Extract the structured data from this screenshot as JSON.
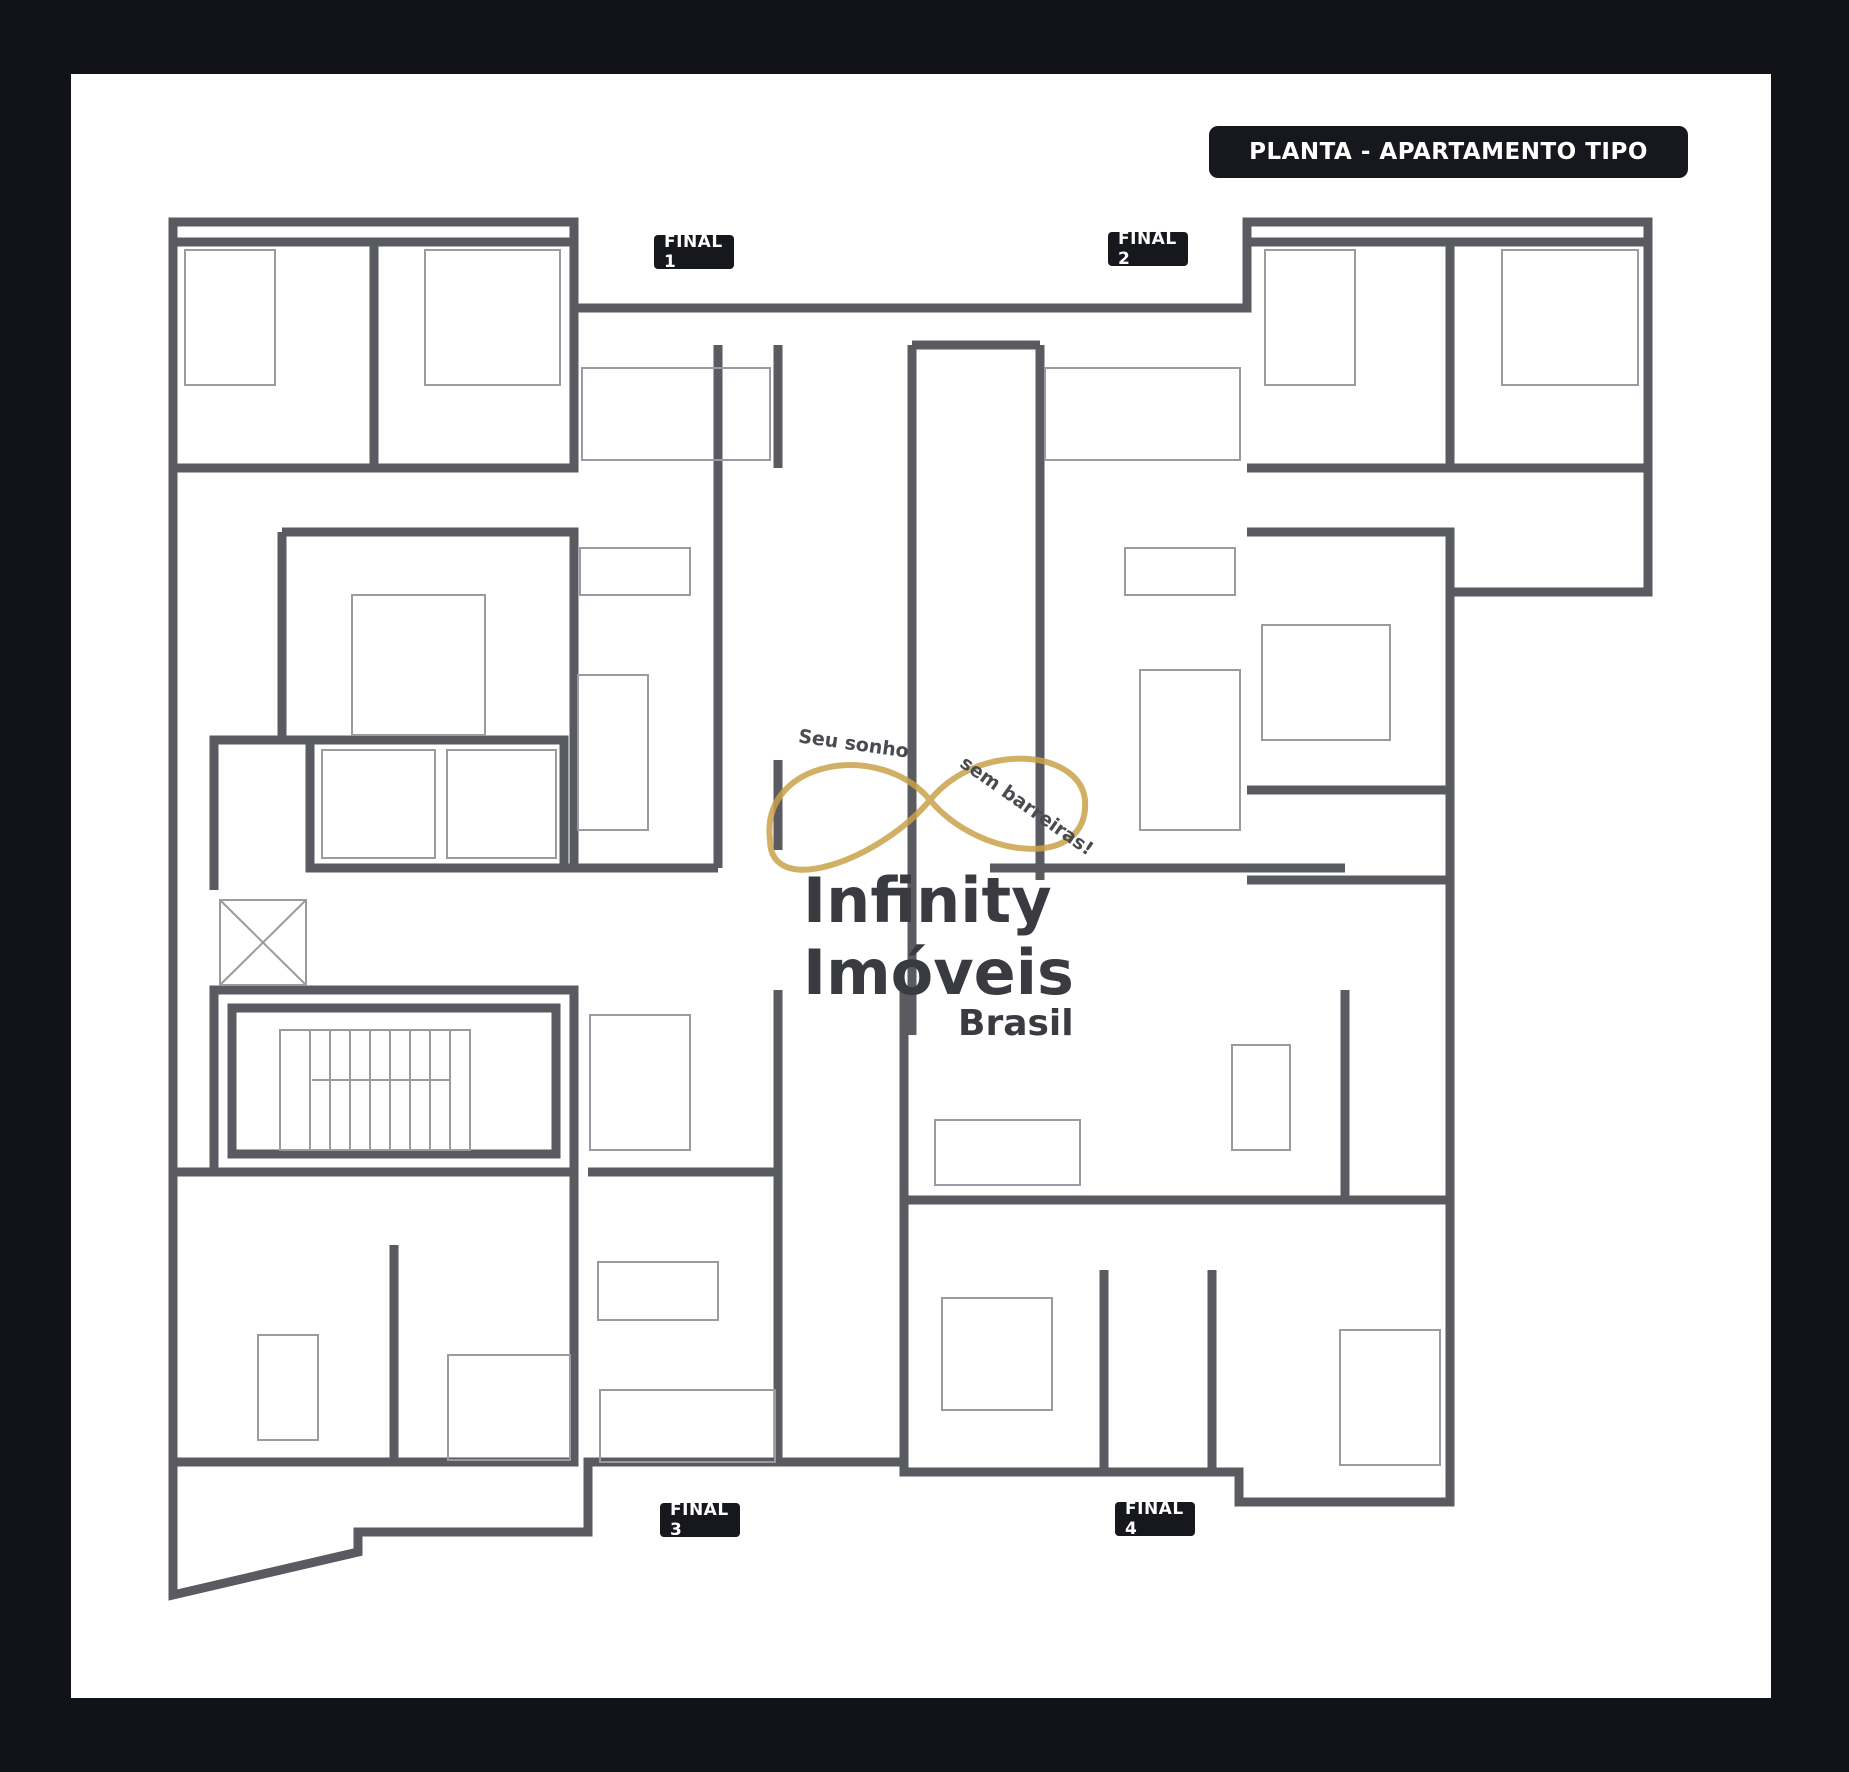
{
  "title": "PLANTA - APARTAMENTO TIPO",
  "units": [
    "FINAL 1",
    "FINAL 2",
    "FINAL 3",
    "FINAL 4"
  ],
  "watermark": {
    "tagline_1": "Seu sonho",
    "tagline_2": "sem barreiras!",
    "line_1": "Infinity",
    "line_2": "Imóveis",
    "line_3": "Brasil"
  },
  "colors": {
    "background": "#111318",
    "wall": "#5a5b61",
    "badge": "#16181d",
    "logo_gold": "#c9a24a"
  }
}
